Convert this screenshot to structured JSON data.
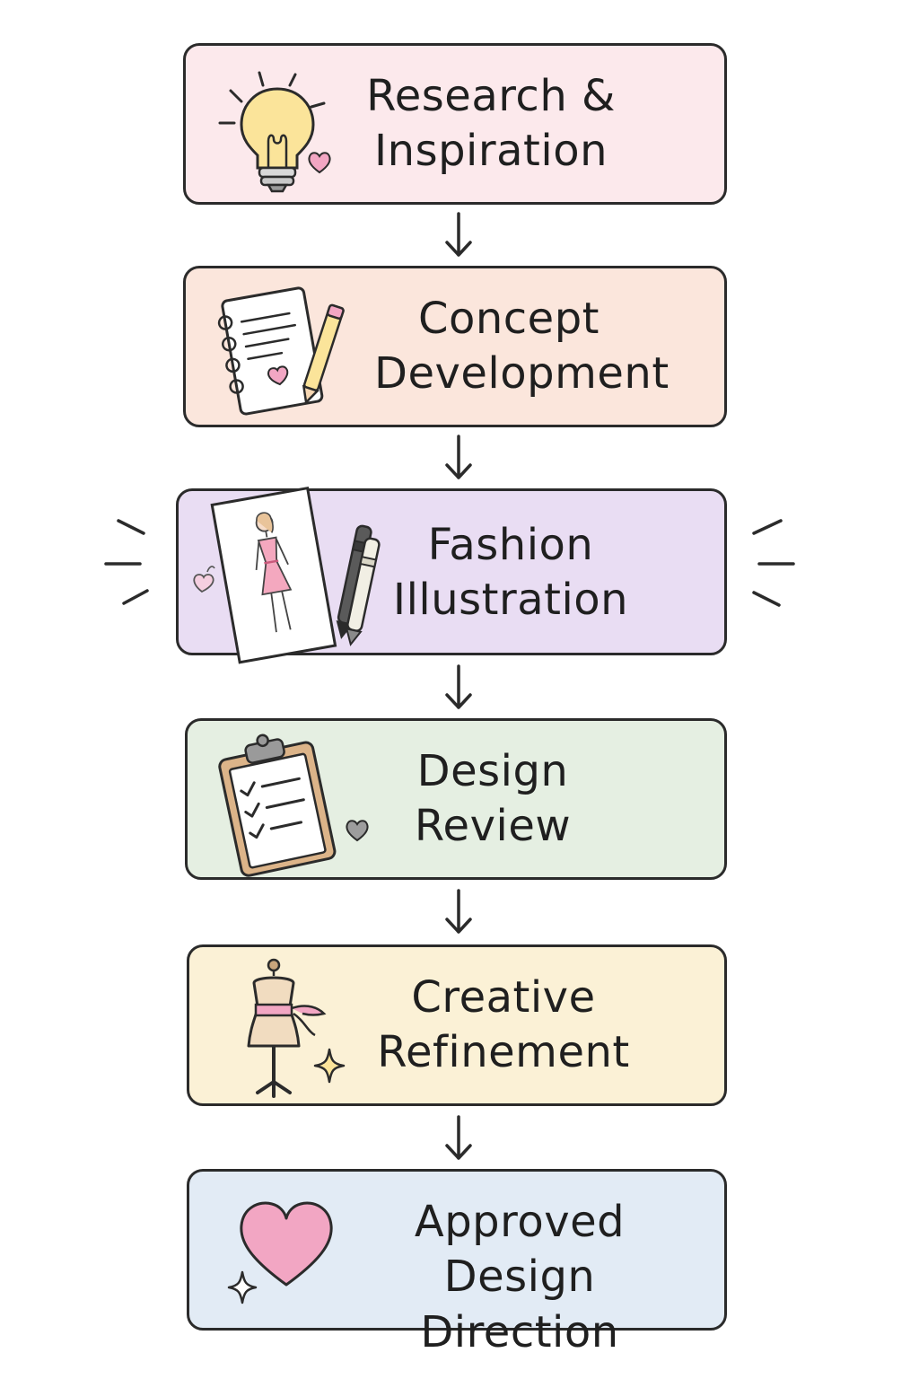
{
  "steps": [
    {
      "label_line1": "Research &",
      "label_line2": "Inspiration",
      "icon": "lightbulb-icon",
      "fill": "#fce9ec"
    },
    {
      "label_line1": "Concept",
      "label_line2": "Development",
      "icon": "notebook-icon",
      "fill": "#fbe6dc"
    },
    {
      "label_line1": "Fashion",
      "label_line2": "Illustration",
      "icon": "fashion-sketch-icon",
      "fill": "#e9ddf3"
    },
    {
      "label_line1": "Design",
      "label_line2": "Review",
      "icon": "clipboard-checklist-icon",
      "fill": "#e5efe2"
    },
    {
      "label_line1": "Creative",
      "label_line2": "Refinement",
      "icon": "dress-form-icon",
      "fill": "#fbf1d6"
    },
    {
      "label_line1": "Approved",
      "label_line2": "Design Direction",
      "icon": "heart-icon",
      "fill": "#e2ebf5"
    }
  ],
  "colors": {
    "outline": "#2b2b2b",
    "heart_pink": "#f2a6c3",
    "bulb_yellow": "#fbe49a"
  }
}
